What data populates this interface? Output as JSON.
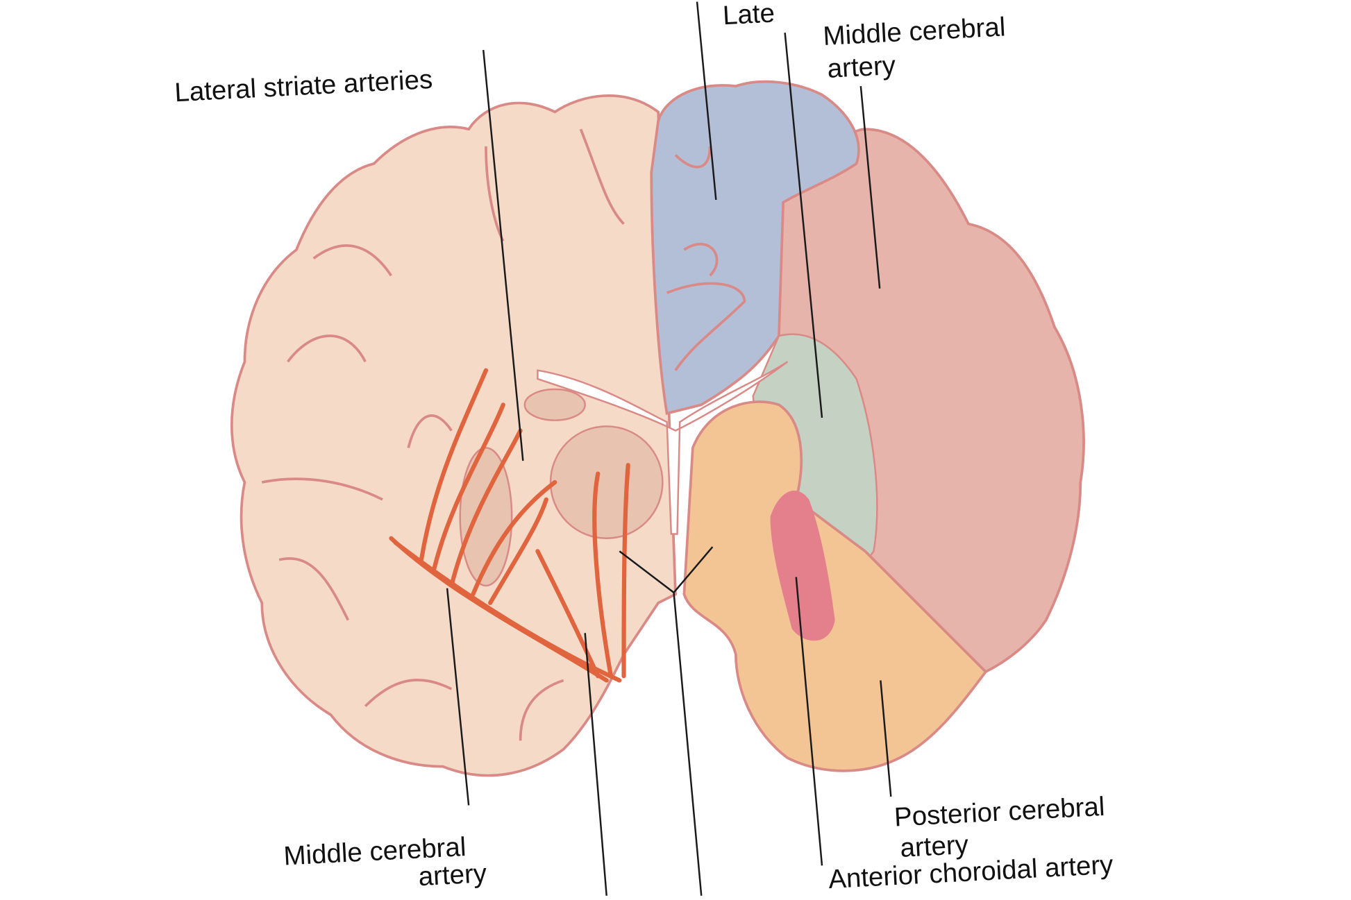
{
  "diagram": {
    "title_partial": "Late",
    "labels": {
      "lateral_striate": "Lateral striate arteries",
      "mca_top_line1": "Middle cerebral",
      "mca_top_line2": "artery",
      "mca_bottom_line1": "Middle cerebral",
      "mca_bottom_line2": "artery",
      "pca_line1": "Posterior cerebral",
      "pca_line2": "artery",
      "anterior_choroidal": "Anterior choroidal artery"
    },
    "colors": {
      "left_hemisphere": "#f5dac8",
      "anterior_cerebral_territory": "#b3bfd6",
      "middle_cerebral_territory": "#e6b4aa",
      "lateral_striate_territory": "#c5d1c3",
      "posterior_cerebral_territory": "#f3c595",
      "anterior_choroidal_territory": "#e3808c",
      "arteries": "#e0643e",
      "outline": "#d97c80"
    }
  }
}
